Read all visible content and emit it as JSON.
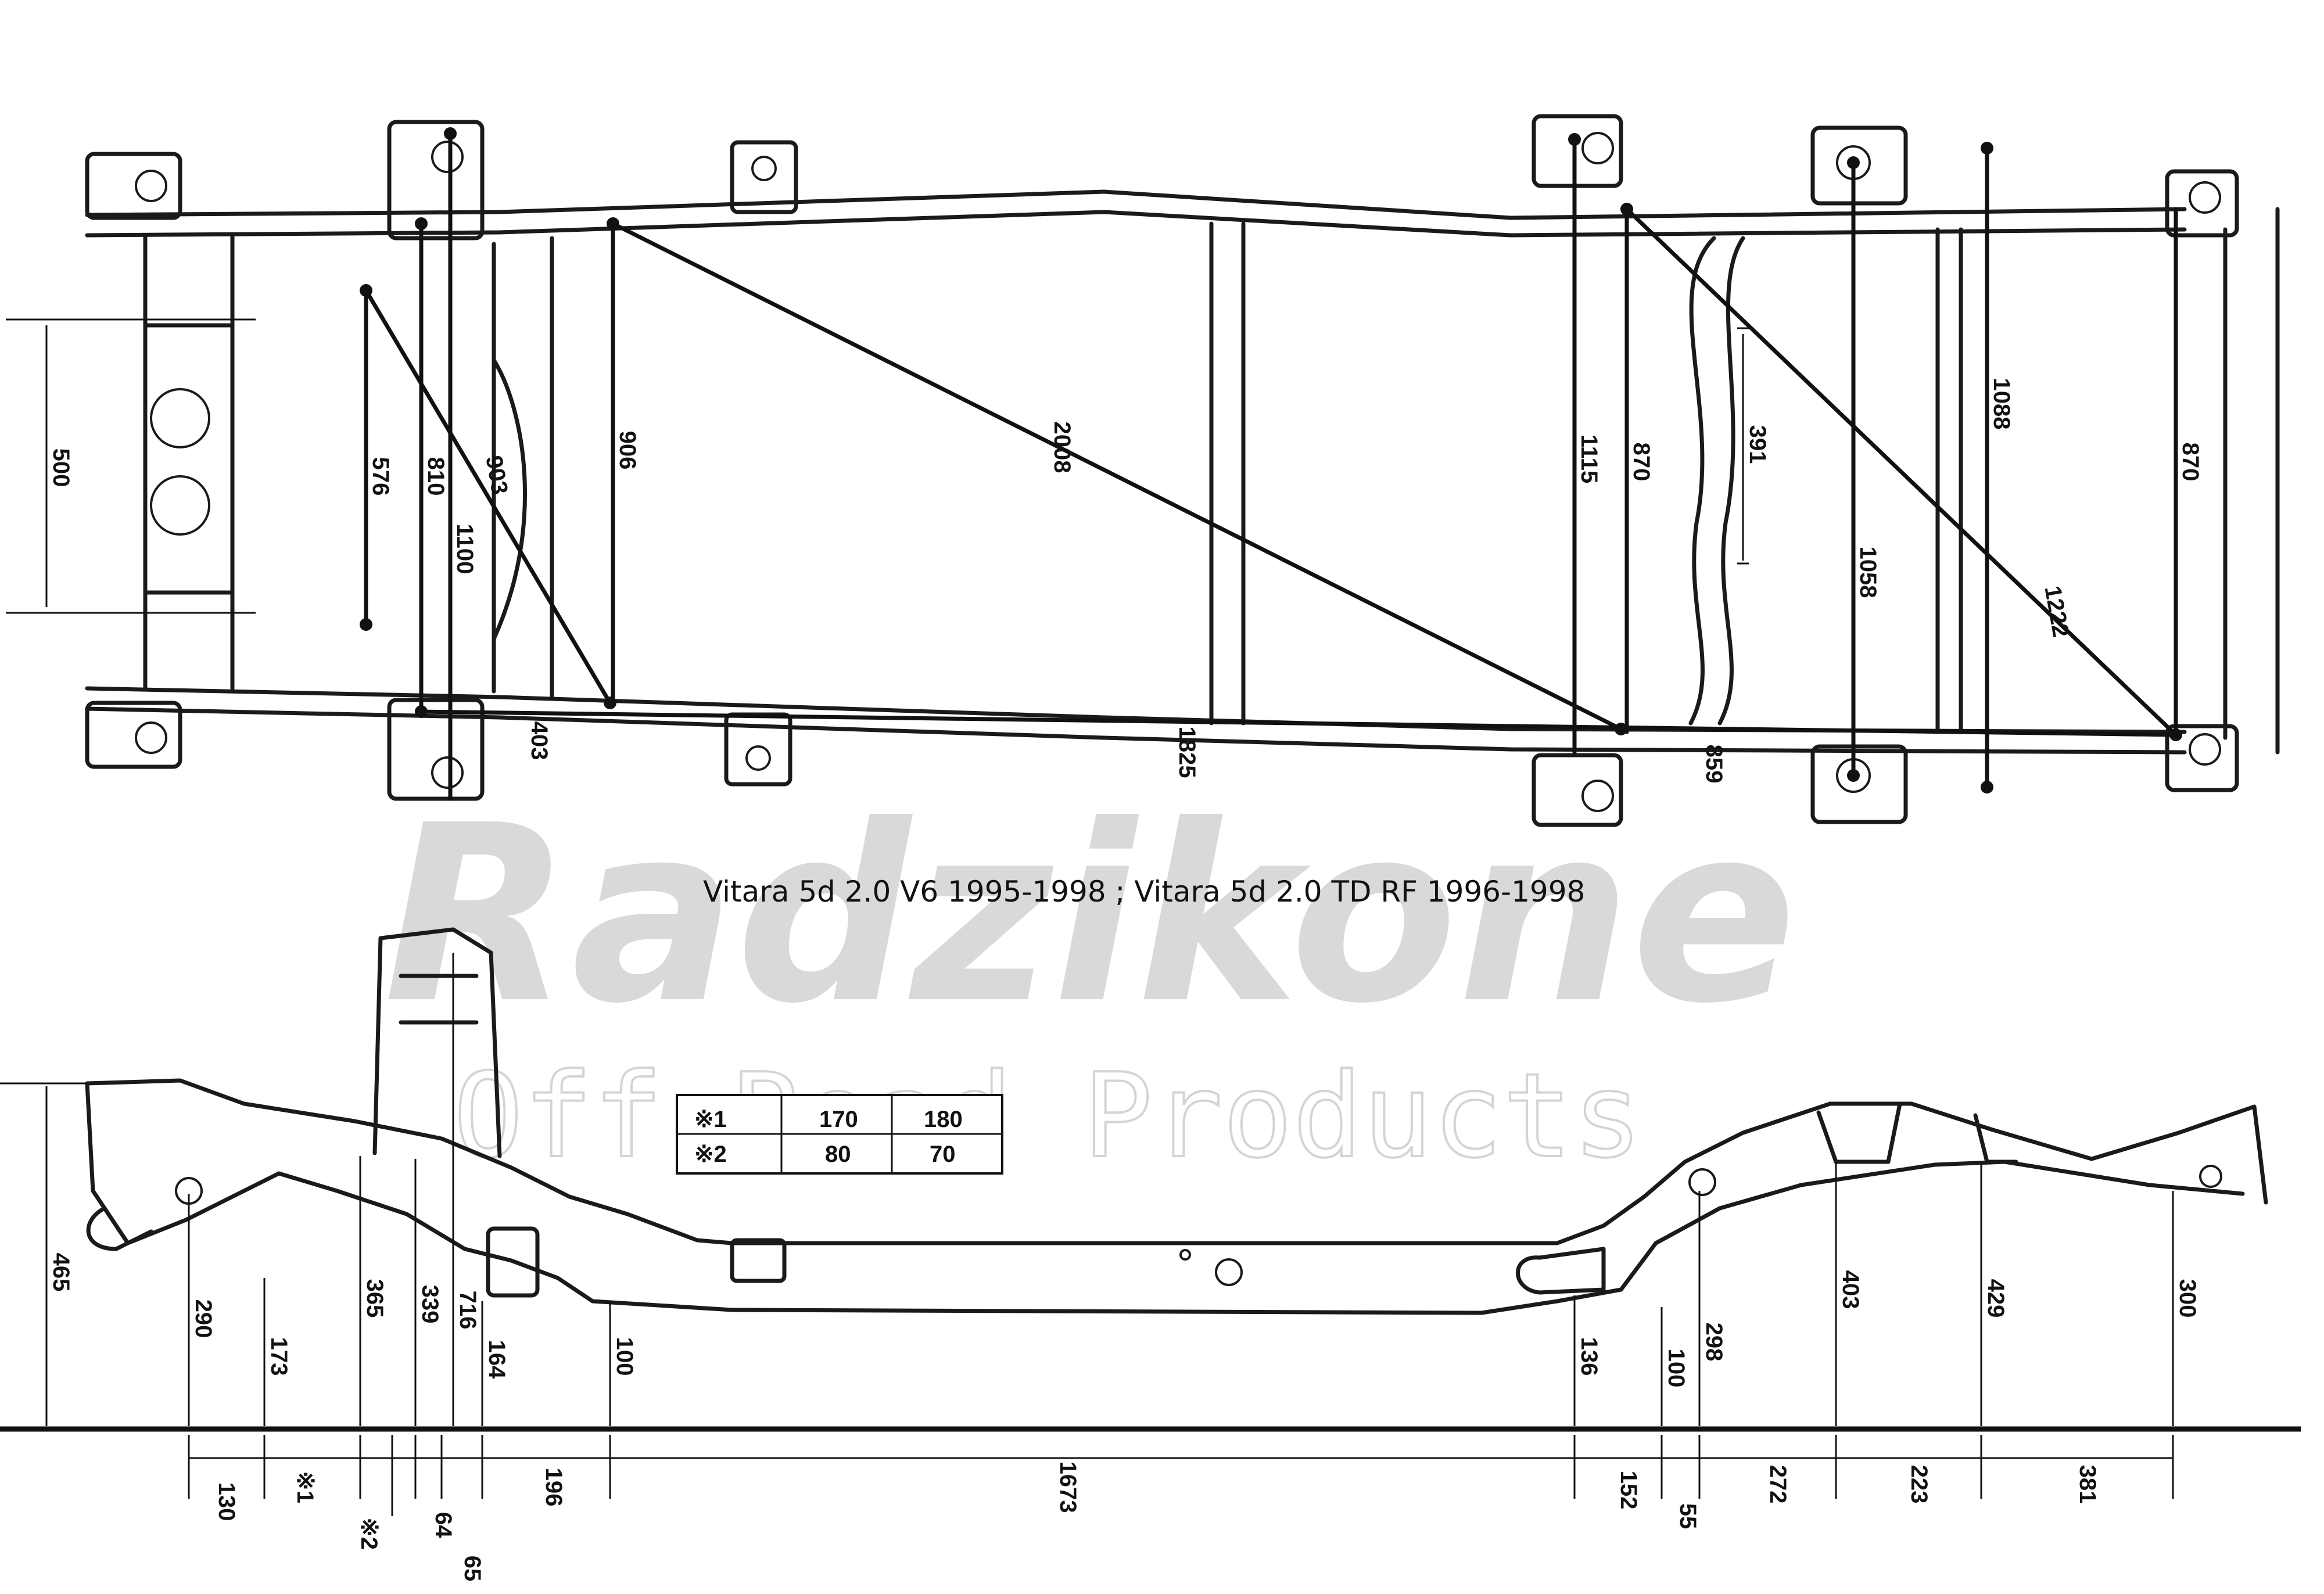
{
  "caption": "Vitara 5d 2.0 V6 1995-1998   ;   Vitara 5d 2.0 TD RF 1996-1998",
  "watermark": {
    "brand": "Radzikone",
    "tagline": "Off-Road Products"
  },
  "top_view": {
    "dimensions": {
      "d500": "500",
      "d576": "576",
      "d810": "810",
      "d903": "903",
      "d1100": "1100",
      "d906": "906",
      "d2008": "2008",
      "d403": "403",
      "d1825": "1825",
      "d1115": "1115",
      "d870a": "870",
      "d391": "391",
      "d1058": "1058",
      "d1088": "1088",
      "d870b": "870",
      "d1222": "1222",
      "d859": "859"
    }
  },
  "side_view": {
    "heights": {
      "h465": "465",
      "h290": "290",
      "h173": "173",
      "h365": "365",
      "h339": "339",
      "h716": "716",
      "h164": "164",
      "h100a": "100",
      "h136": "136",
      "h100b": "100",
      "h298": "298",
      "h403": "403",
      "h429": "429",
      "h300": "300"
    },
    "spacings": {
      "s130": "130",
      "n1": "※1",
      "n2": "※2",
      "s64": "64",
      "s65": "65",
      "s196": "196",
      "s1673": "1673",
      "s152": "152",
      "s55": "55",
      "s272": "272",
      "s223": "223",
      "s381": "381"
    },
    "table": {
      "rows": [
        {
          "label": "※1",
          "a": "170",
          "b": "180"
        },
        {
          "label": "※2",
          "a": "80",
          "b": "70"
        }
      ]
    }
  }
}
